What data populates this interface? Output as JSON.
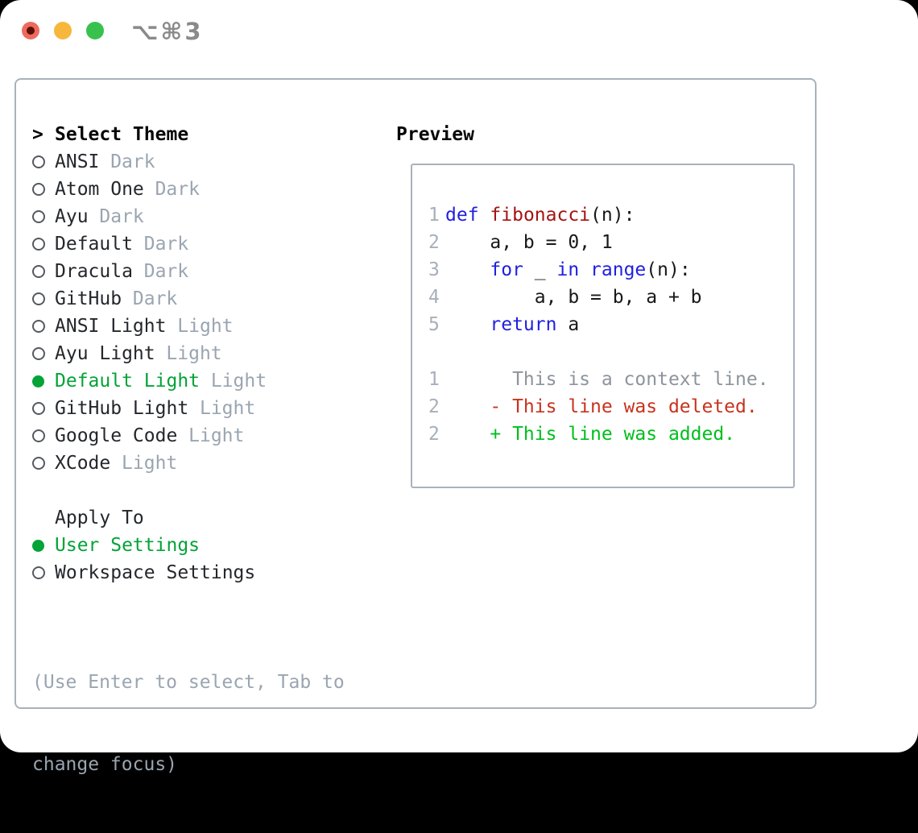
{
  "window": {
    "title": "⌥⌘3",
    "controls": [
      {
        "name": "close-button"
      },
      {
        "name": "minimize-button"
      },
      {
        "name": "zoom-button"
      }
    ]
  },
  "theme_list": {
    "header_cursor": ">",
    "header": "Select Theme",
    "items": [
      {
        "name": "ANSI",
        "variant": "Dark",
        "selected": false
      },
      {
        "name": "Atom One",
        "variant": "Dark",
        "selected": false
      },
      {
        "name": "Ayu",
        "variant": "Dark",
        "selected": false
      },
      {
        "name": "Default",
        "variant": "Dark",
        "selected": false
      },
      {
        "name": "Dracula",
        "variant": "Dark",
        "selected": false
      },
      {
        "name": "GitHub",
        "variant": "Dark",
        "selected": false
      },
      {
        "name": "ANSI Light",
        "variant": "Light",
        "selected": false
      },
      {
        "name": "Ayu Light",
        "variant": "Light",
        "selected": false
      },
      {
        "name": "Default Light",
        "variant": "Light",
        "selected": true
      },
      {
        "name": "GitHub Light",
        "variant": "Light",
        "selected": false
      },
      {
        "name": "Google Code",
        "variant": "Light",
        "selected": false
      },
      {
        "name": "XCode",
        "variant": "Light",
        "selected": false
      }
    ]
  },
  "apply_to": {
    "header": "Apply To",
    "options": [
      {
        "label": "User Settings",
        "selected": true
      },
      {
        "label": "Workspace Settings",
        "selected": false
      }
    ]
  },
  "hint": {
    "line1": "(Use Enter to select, Tab to",
    "line2": "change focus)"
  },
  "preview": {
    "title": "Preview",
    "code_lines": [
      {
        "num": "1",
        "tokens": [
          {
            "text": "def",
            "color": "keyword"
          },
          {
            "text": " ",
            "color": "code"
          },
          {
            "text": "fibonacci",
            "color": "function"
          },
          {
            "text": "(n):",
            "color": "code"
          }
        ]
      },
      {
        "num": "2",
        "tokens": [
          {
            "text": "    a, b = 0, 1",
            "color": "code"
          }
        ]
      },
      {
        "num": "3",
        "tokens": [
          {
            "text": "    ",
            "color": "code"
          },
          {
            "text": "for",
            "color": "keyword"
          },
          {
            "text": " _ ",
            "color": "code"
          },
          {
            "text": "in",
            "color": "keyword"
          },
          {
            "text": " ",
            "color": "code"
          },
          {
            "text": "range",
            "color": "keyword"
          },
          {
            "text": "(n):",
            "color": "code"
          }
        ]
      },
      {
        "num": "4",
        "tokens": [
          {
            "text": "        a, b = b, a + b",
            "color": "code"
          }
        ]
      },
      {
        "num": "5",
        "tokens": [
          {
            "text": "    ",
            "color": "code"
          },
          {
            "text": "return",
            "color": "keyword"
          },
          {
            "text": " a",
            "color": "code"
          }
        ]
      },
      {
        "num": "",
        "tokens": []
      },
      {
        "num": "1",
        "tokens": [
          {
            "text": "      This is a context line.",
            "color": "context"
          }
        ]
      },
      {
        "num": "2",
        "tokens": [
          {
            "text": "    - This line was deleted.",
            "color": "deleted"
          }
        ]
      },
      {
        "num": "2",
        "tokens": [
          {
            "text": "    + This line was added.",
            "color": "added"
          }
        ]
      }
    ]
  },
  "colors": {
    "traffic_red": "#ee6a5f",
    "traffic_yellow": "#f6b73c",
    "traffic_green": "#38c24d",
    "title_gray": "#8a8a8a",
    "panel_border": "#a9b1bb",
    "selection_green": "#03a337",
    "muted_gray": "#9aa5b1",
    "line_number_gray": "#a6afba",
    "keyword_blue": "#2020e0",
    "function_red": "#a51313",
    "code_black": "#17181a",
    "context_gray": "#8d949c",
    "diff_deleted_red": "#c8331d",
    "diff_added_green": "#00bf1d"
  }
}
